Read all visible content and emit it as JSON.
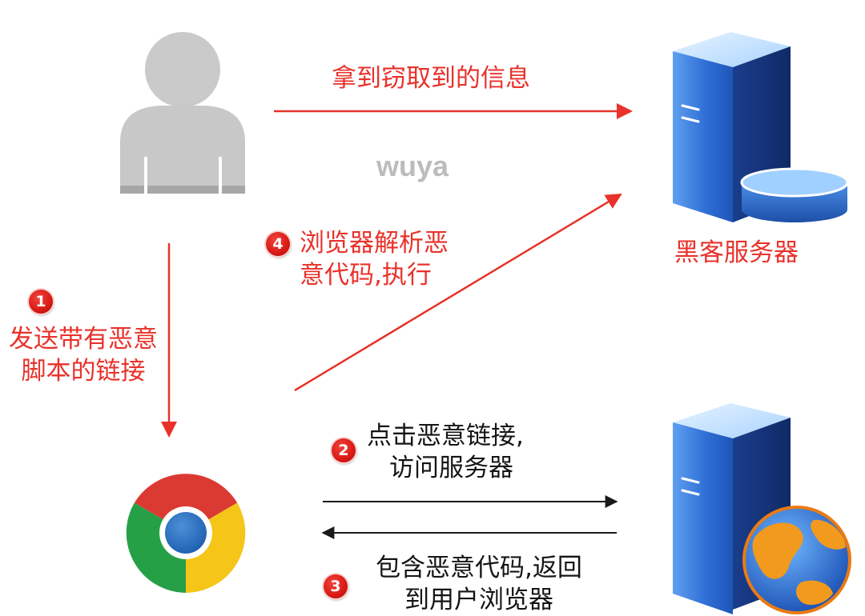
{
  "watermark": "wuya",
  "steps": {
    "s1": {
      "badge": "1",
      "line1": "发送带有恶意",
      "line2": "脚本的链接"
    },
    "s2": {
      "badge": "2",
      "line1": "点击恶意链接,",
      "line2": "访问服务器"
    },
    "s3": {
      "badge": "3",
      "line1": "包含恶意代码,返回",
      "line2": "到用户浏览器"
    },
    "s4": {
      "badge": "4",
      "line1": "浏览器解析恶",
      "line2": "意代码,执行"
    }
  },
  "stolen_info_label": "拿到窃取到的信息",
  "hacker_server_label": "黑客服务器",
  "icons": {
    "user": "user-icon",
    "browser": "chrome-browser-icon",
    "hacker_server": "database-server-icon",
    "web_server": "web-server-globe-icon"
  },
  "colors": {
    "accent_red": "#e8322b",
    "arrow_black": "#1a1a1a",
    "server_blue": "#2f6fd6",
    "user_gray": "#c8c8c8"
  }
}
